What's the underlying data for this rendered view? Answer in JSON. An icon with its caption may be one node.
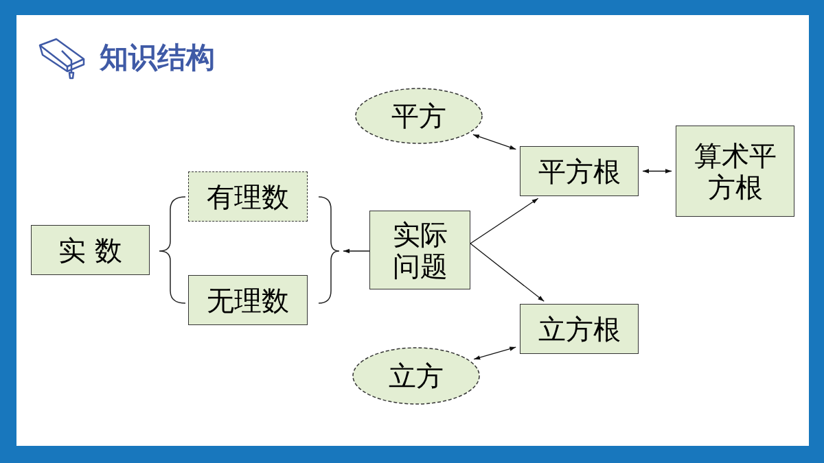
{
  "diagram": {
    "title": "知识结构",
    "nodes": [
      {
        "text": [
          "实 数"
        ]
      },
      {
        "text": [
          "有理数"
        ]
      },
      {
        "text": [
          "无理数"
        ]
      },
      {
        "text": [
          "实际问题"
        ]
      },
      {
        "text": [
          "平方"
        ]
      },
      {
        "text": [
          "平方根"
        ]
      },
      {
        "text": [
          "算术平方根"
        ]
      },
      {
        "text": [
          "立方"
        ]
      },
      {
        "text": [
          "立方根"
        ]
      },
      {
        "text": [],
        "shape": "brace"
      }
    ],
    "edges": [
      {
        "from": 3,
        "to": 9,
        "arrow": "to"
      },
      {
        "from": 3,
        "to": 5,
        "arrow": "to"
      },
      {
        "from": 3,
        "to": 8,
        "arrow": "to"
      },
      {
        "from": 4,
        "to": 5,
        "arrow": "both"
      },
      {
        "from": 5,
        "to": 6,
        "arrow": "both"
      },
      {
        "from": 7,
        "to": 8,
        "arrow": "both"
      }
    ]
  }
}
